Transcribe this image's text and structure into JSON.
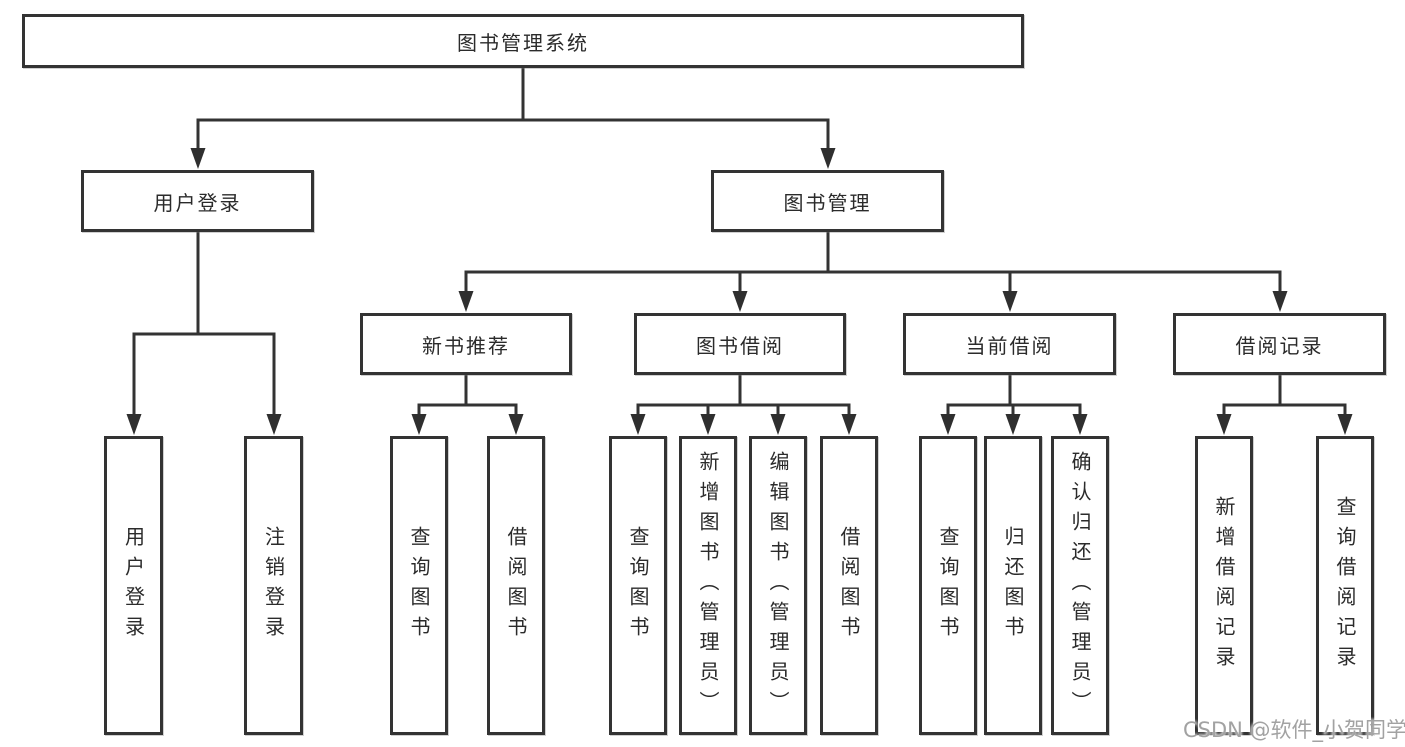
{
  "watermark": "CSDN @软件_小贺同学",
  "colors": {
    "background": "#ffffff",
    "box_border": "#333333",
    "connector_line": "#333333",
    "text": "#2b2b2b",
    "watermark_text": "#a2a2a2"
  },
  "tree": {
    "root": {
      "label": "图书管理系统",
      "children": [
        {
          "label": "用户登录",
          "children": [
            {
              "label": "用户登录"
            },
            {
              "label": "注销登录"
            }
          ]
        },
        {
          "label": "图书管理",
          "children": [
            {
              "label": "新书推荐",
              "children": [
                {
                  "label": "查询图书"
                },
                {
                  "label": "借阅图书"
                }
              ]
            },
            {
              "label": "图书借阅",
              "children": [
                {
                  "label": "查询图书"
                },
                {
                  "label": "新增图书（管理员）"
                },
                {
                  "label": "编辑图书（管理员）"
                },
                {
                  "label": "借阅图书"
                }
              ]
            },
            {
              "label": "当前借阅",
              "children": [
                {
                  "label": "查询图书"
                },
                {
                  "label": "归还图书"
                },
                {
                  "label": "确认归还（管理员）"
                }
              ]
            },
            {
              "label": "借阅记录",
              "children": [
                {
                  "label": "新增借阅记录"
                },
                {
                  "label": "查询借阅记录"
                }
              ]
            }
          ]
        }
      ]
    }
  }
}
